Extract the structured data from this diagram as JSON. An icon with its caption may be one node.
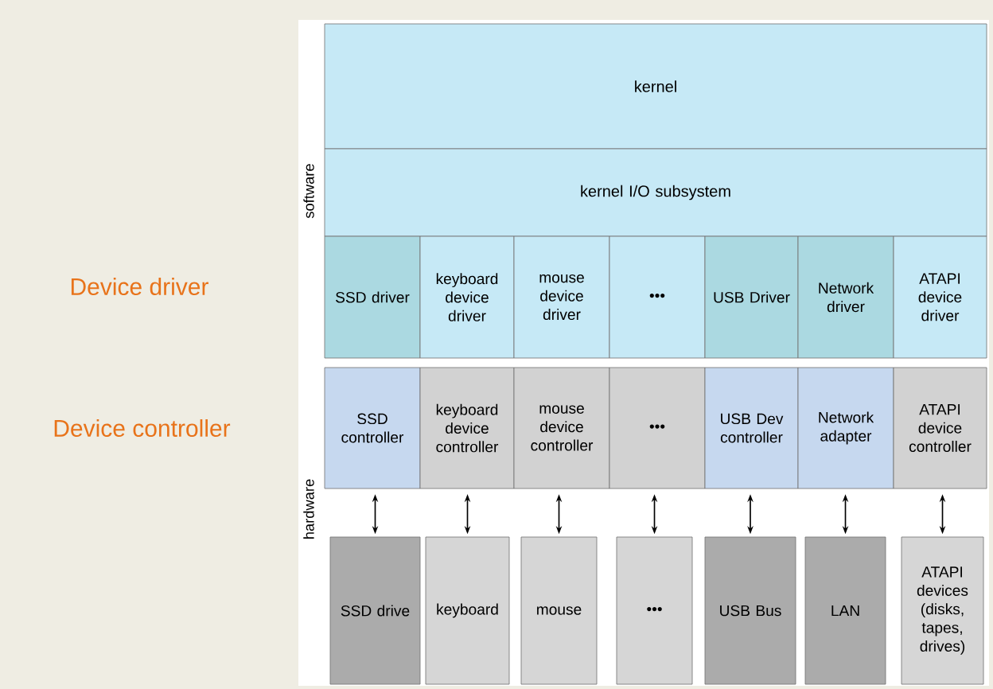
{
  "diagram": {
    "nodes": [
      {
        "text": [
          "kernel"
        ]
      },
      {
        "text": [
          "kernel I/O subsystem"
        ]
      },
      {
        "text": [
          "SSD driver"
        ]
      },
      {
        "text": [
          "keyboard device driver"
        ]
      },
      {
        "text": [
          "mouse device driver"
        ]
      },
      {
        "text": [
          "•••"
        ]
      },
      {
        "text": [
          "USB Driver"
        ]
      },
      {
        "text": [
          "Network driver"
        ]
      },
      {
        "text": [
          "ATAPI device driver"
        ]
      },
      {
        "text": [
          "SSD controller"
        ]
      },
      {
        "text": [
          "keyboard device controller"
        ]
      },
      {
        "text": [
          "mouse device controller"
        ]
      },
      {
        "text": [
          "•••"
        ]
      },
      {
        "text": [
          "USB Dev controller"
        ]
      },
      {
        "text": [
          "Network adapter"
        ]
      },
      {
        "text": [
          "ATAPI device controller"
        ]
      },
      {
        "text": [
          "SSD drive"
        ]
      },
      {
        "text": [
          "keyboard"
        ]
      },
      {
        "text": [
          "mouse"
        ]
      },
      {
        "text": [
          "•••"
        ]
      },
      {
        "text": [
          "USB Bus"
        ]
      },
      {
        "text": [
          "LAN"
        ]
      },
      {
        "text": [
          "ATAPI devices (disks, tapes, drives)"
        ]
      }
    ],
    "edges": [
      {
        "from": 9,
        "to": 16,
        "arrow": "both"
      },
      {
        "from": 10,
        "to": 17,
        "arrow": "both"
      },
      {
        "from": 11,
        "to": 18,
        "arrow": "both"
      },
      {
        "from": 12,
        "to": 19,
        "arrow": "both"
      },
      {
        "from": 13,
        "to": 20,
        "arrow": "both"
      },
      {
        "from": 14,
        "to": 21,
        "arrow": "both"
      },
      {
        "from": 15,
        "to": 22,
        "arrow": "both"
      }
    ],
    "labels": [
      "software",
      "Device driver",
      "Device controller",
      "hardware"
    ]
  }
}
